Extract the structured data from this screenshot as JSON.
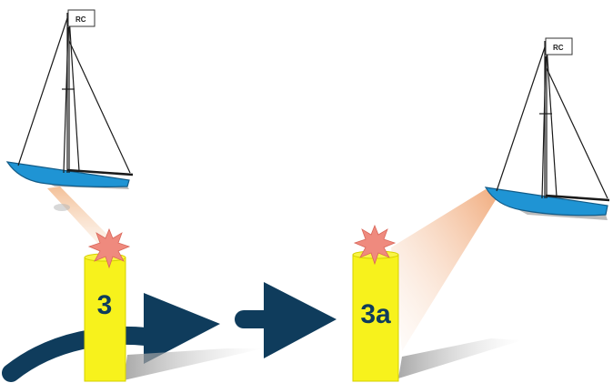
{
  "scenes": [
    {
      "committee_boat": {
        "flag_label": "RC",
        "hull_color": "#1f94d4"
      },
      "mark": {
        "label": "3",
        "color": "#f7f21c",
        "flash_color": "#ef8a7e"
      },
      "arrow_color": "#0f3c5c"
    },
    {
      "committee_boat": {
        "flag_label": "RC",
        "hull_color": "#1f94d4"
      },
      "mark": {
        "label": "3a",
        "color": "#f7f21c",
        "flash_color": "#ef8a7e"
      },
      "arrow_color": "#0f3c5c"
    }
  ]
}
